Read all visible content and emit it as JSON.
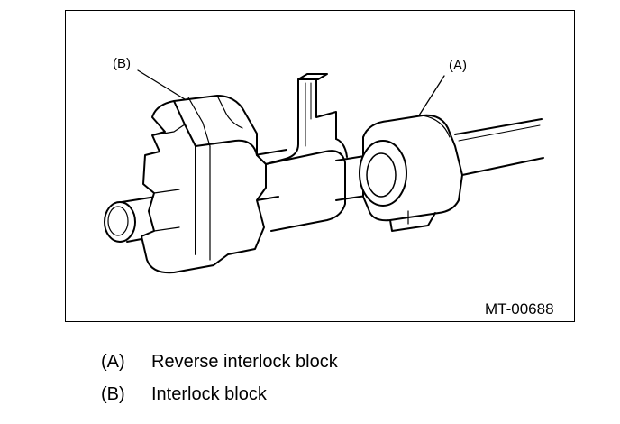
{
  "figure": {
    "code": "MT-00688",
    "callouts": [
      {
        "key": "(B)"
      },
      {
        "key": "(A)"
      }
    ]
  },
  "legend": [
    {
      "key": "(A)",
      "text": "Reverse interlock block"
    },
    {
      "key": "(B)",
      "text": "Interlock block"
    }
  ]
}
